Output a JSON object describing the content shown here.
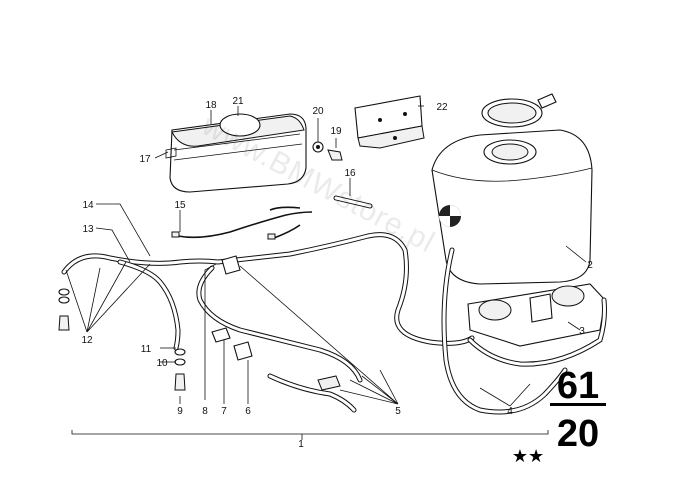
{
  "watermark": "www.BMWstore.pl",
  "group": {
    "top": "61",
    "bottom": "20"
  },
  "stars": "★★",
  "callouts": {
    "c1": "1",
    "c2": "2",
    "c3": "3",
    "c4": "4",
    "c5": "5",
    "c6": "6",
    "c7": "7",
    "c8": "8",
    "c9": "9",
    "c10": "10",
    "c11": "11",
    "c12": "12",
    "c13": "13",
    "c14": "14",
    "c15": "15",
    "c16": "16",
    "c17": "17",
    "c18": "18",
    "c19": "19",
    "c20": "20",
    "c21": "21",
    "c22": "22"
  }
}
